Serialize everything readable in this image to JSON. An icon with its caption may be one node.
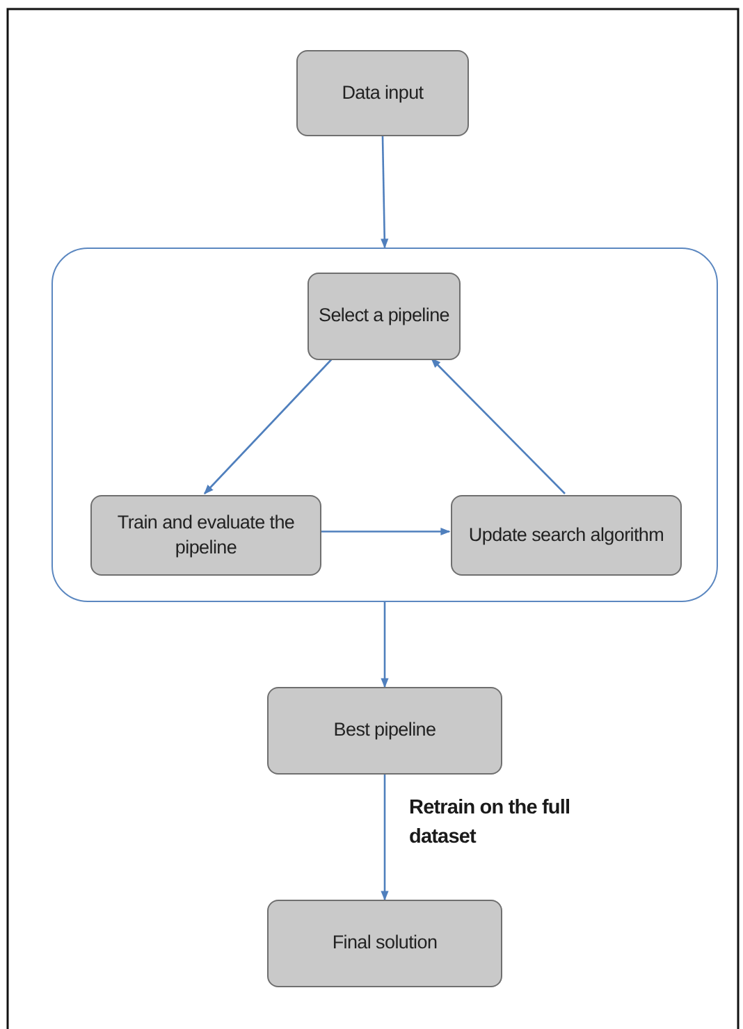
{
  "diagram": {
    "nodes": [
      {
        "text": [
          "Data input"
        ]
      },
      {
        "text": [],
        "shape": "box"
      },
      {
        "text": [
          "Select a pipeline"
        ],
        "in": 1
      },
      {
        "text": [
          "Train and evaluate the pipeline"
        ],
        "in": 1
      },
      {
        "text": [
          "Update search algorithm"
        ],
        "in": 1
      },
      {
        "text": [
          "Best pipeline"
        ]
      },
      {
        "text": [
          "Final solution"
        ]
      }
    ],
    "edges": [
      {
        "from": 0,
        "to": 1,
        "arrow": "to"
      },
      {
        "from": 2,
        "to": 3,
        "arrow": "to"
      },
      {
        "from": 3,
        "to": 4,
        "arrow": "to"
      },
      {
        "from": 4,
        "to": 2,
        "arrow": "to"
      },
      {
        "from": 1,
        "to": 5,
        "arrow": "to"
      },
      {
        "from": 5,
        "to": 6,
        "arrow": "to",
        "label": "Retrain on the full dataset"
      }
    ]
  }
}
